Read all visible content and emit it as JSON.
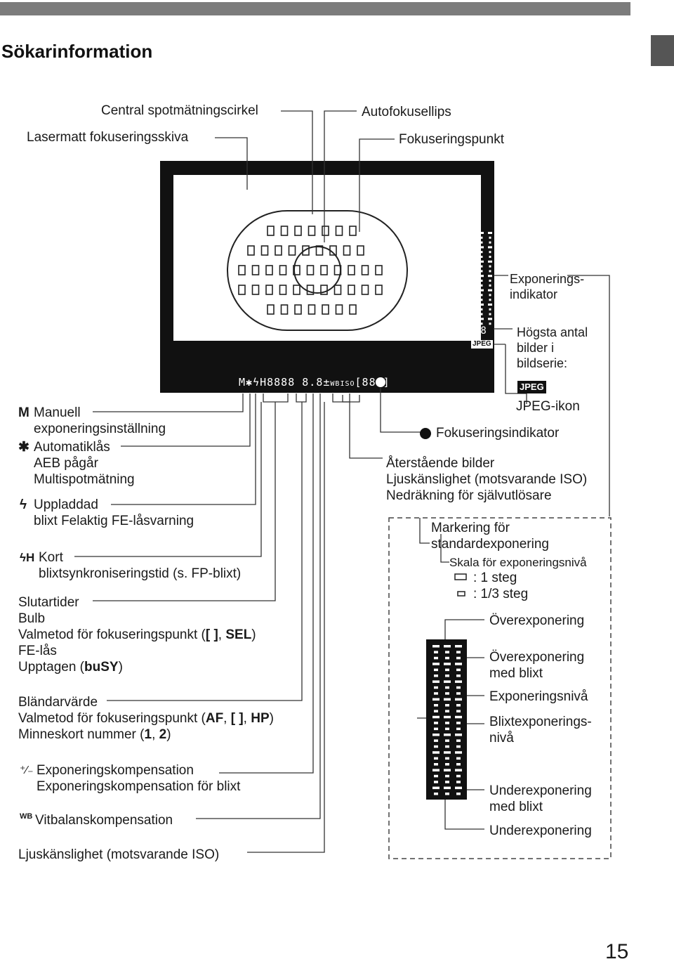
{
  "heading": "Sökarinformation",
  "page_number": "15",
  "top_labels": {
    "spot_circle": "Central spotmätningscirkel",
    "focusing_screen": "Lasermatt fokuseringsskiva",
    "af_ellipse": "Autofokusellips",
    "af_point": "Fokuseringspunkt"
  },
  "right_labels": {
    "exposure_indicator": "Exponerings-",
    "exposure_indicator_2": "indikator",
    "max_burst": "Högsta antal",
    "max_burst_2": "bilder i",
    "max_burst_3": "bildserie:",
    "jpeg_icon_text": "JPEG",
    "jpeg_label": "JPEG-ikon",
    "focus_indicator": "Fokuseringsindikator",
    "remaining_1": "Återstående bilder",
    "remaining_2": "Ljuskänslighet (motsvarande ISO)",
    "remaining_3": "Nedräkning för självutlösare"
  },
  "left_labels": {
    "manual_symbol": "M",
    "manual_1": "Manuell",
    "manual_2": "exponeringsinställning",
    "ae_lock_symbol": "✱",
    "ae_lock_1": "Automatiklås",
    "ae_lock_2": "AEB pågår",
    "ae_lock_3": "Multispotmätning",
    "flash_symbol": "ϟ",
    "flash_1": "Uppladdad",
    "flash_2": "blixt Felaktig FE-låsvarning",
    "hss_symbol": "ϟH",
    "hss_1": "Kort",
    "hss_2": "blixtsynkroniseringstid (s. FP-blixt)",
    "shutter_1": "Slutartider",
    "shutter_2": "Bulb",
    "shutter_3_a": "Valmetod för fokuseringspunkt (",
    "shutter_3_b": "[   ]",
    "shutter_3_c": ", ",
    "shutter_3_d": "SEL",
    "shutter_3_e": ")",
    "shutter_4": "FE-lås",
    "shutter_5_a": "Upptagen (",
    "shutter_5_b": "buSY",
    "shutter_5_c": ")",
    "aperture_1": "Bländarvärde",
    "aperture_2_a": "Valmetod för fokuseringspunkt (",
    "aperture_2_b": "AF",
    "aperture_2_c": ", ",
    "aperture_2_d": "[   ]",
    "aperture_2_e": ", ",
    "aperture_2_f": "HP",
    "aperture_2_g": ")",
    "aperture_3_a": "Minneskort nummer (",
    "aperture_3_b": "1",
    "aperture_3_c": ", ",
    "aperture_3_d": "2",
    "aperture_3_e": ")",
    "expcomp_symbol": "⁺⁄₋",
    "expcomp_1": "Exponeringskompensation",
    "expcomp_2": "Exponeringskompensation för blixt",
    "wb_symbol": "WB",
    "wb_1": "Vitbalanskompensation",
    "iso_1": "Ljuskänslighet (motsvarande ISO)"
  },
  "scale_box": {
    "std_1": "Markering för",
    "std_2": "standardexponering",
    "scale_title": "Skala för exponeringsnivå",
    "step_1": ": 1 steg",
    "step_13": ": 1/3 steg",
    "over": "Överexponering",
    "over_flash_1": "Överexponering",
    "over_flash_2": "med blixt",
    "level": "Exponeringsnivå",
    "flash_level_1": "Blixtexponerings-",
    "flash_level_2": "nivå",
    "under_flash_1": "Underexponering",
    "under_flash_2": "med blixt",
    "under": "Underexponering"
  },
  "lcd_strip": {
    "m": "M",
    "star": "✱",
    "flash": "ϟH",
    "shutter": "8888",
    "aperture": "8.8",
    "pm": "±",
    "wb": "WB",
    "iso": "ISO",
    "count": "[888]",
    "burst": "88",
    "jpeg": "JPEG"
  }
}
